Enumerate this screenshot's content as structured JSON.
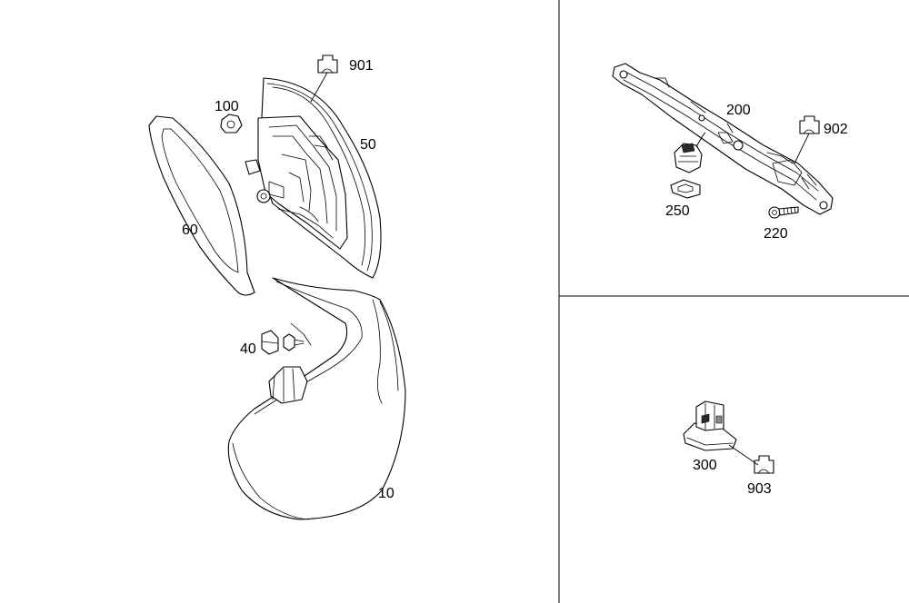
{
  "labels": {
    "p10": "10",
    "p40": "40",
    "p50": "50",
    "p60": "60",
    "p100": "100",
    "p200": "200",
    "p220": "220",
    "p250": "250",
    "p300": "300",
    "p901": "901",
    "p902": "902",
    "p903": "903"
  }
}
